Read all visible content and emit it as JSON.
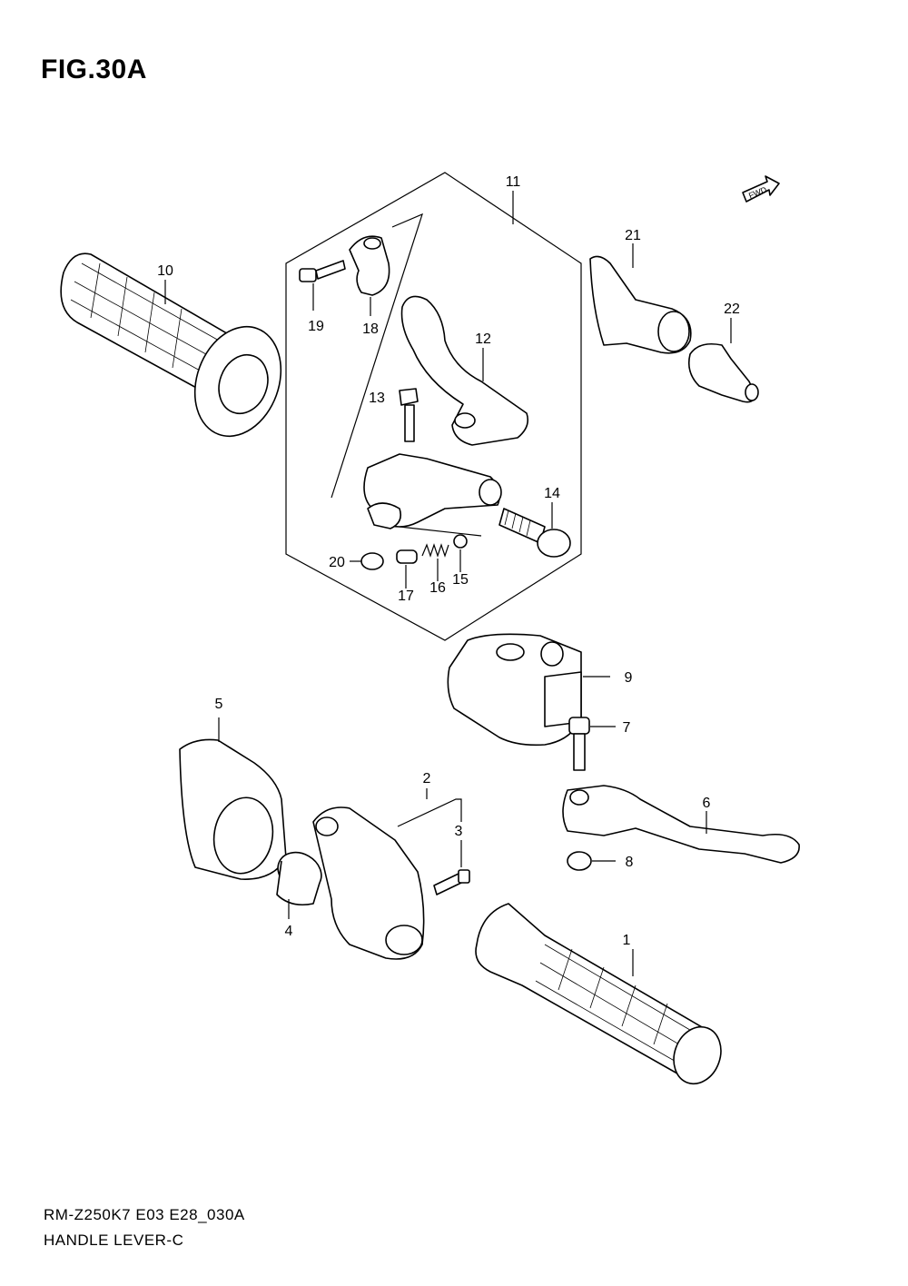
{
  "figure": {
    "title": "FIG.30A",
    "model_code": "RM-Z250K7 E03 E28_030A",
    "section_name": "HANDLE LEVER-C",
    "direction_badge": "FWD"
  },
  "callouts": [
    {
      "id": "c1",
      "label": "1"
    },
    {
      "id": "c2",
      "label": "2"
    },
    {
      "id": "c3",
      "label": "3"
    },
    {
      "id": "c4",
      "label": "4"
    },
    {
      "id": "c5",
      "label": "5"
    },
    {
      "id": "c6",
      "label": "6"
    },
    {
      "id": "c7",
      "label": "7"
    },
    {
      "id": "c8",
      "label": "8"
    },
    {
      "id": "c9",
      "label": "9"
    },
    {
      "id": "c10",
      "label": "10"
    },
    {
      "id": "c11",
      "label": "11"
    },
    {
      "id": "c12",
      "label": "12"
    },
    {
      "id": "c13",
      "label": "13"
    },
    {
      "id": "c14",
      "label": "14"
    },
    {
      "id": "c15",
      "label": "15"
    },
    {
      "id": "c16",
      "label": "16"
    },
    {
      "id": "c17",
      "label": "17"
    },
    {
      "id": "c18",
      "label": "18"
    },
    {
      "id": "c19",
      "label": "19"
    },
    {
      "id": "c20",
      "label": "20"
    },
    {
      "id": "c21",
      "label": "21"
    },
    {
      "id": "c22",
      "label": "22"
    }
  ]
}
